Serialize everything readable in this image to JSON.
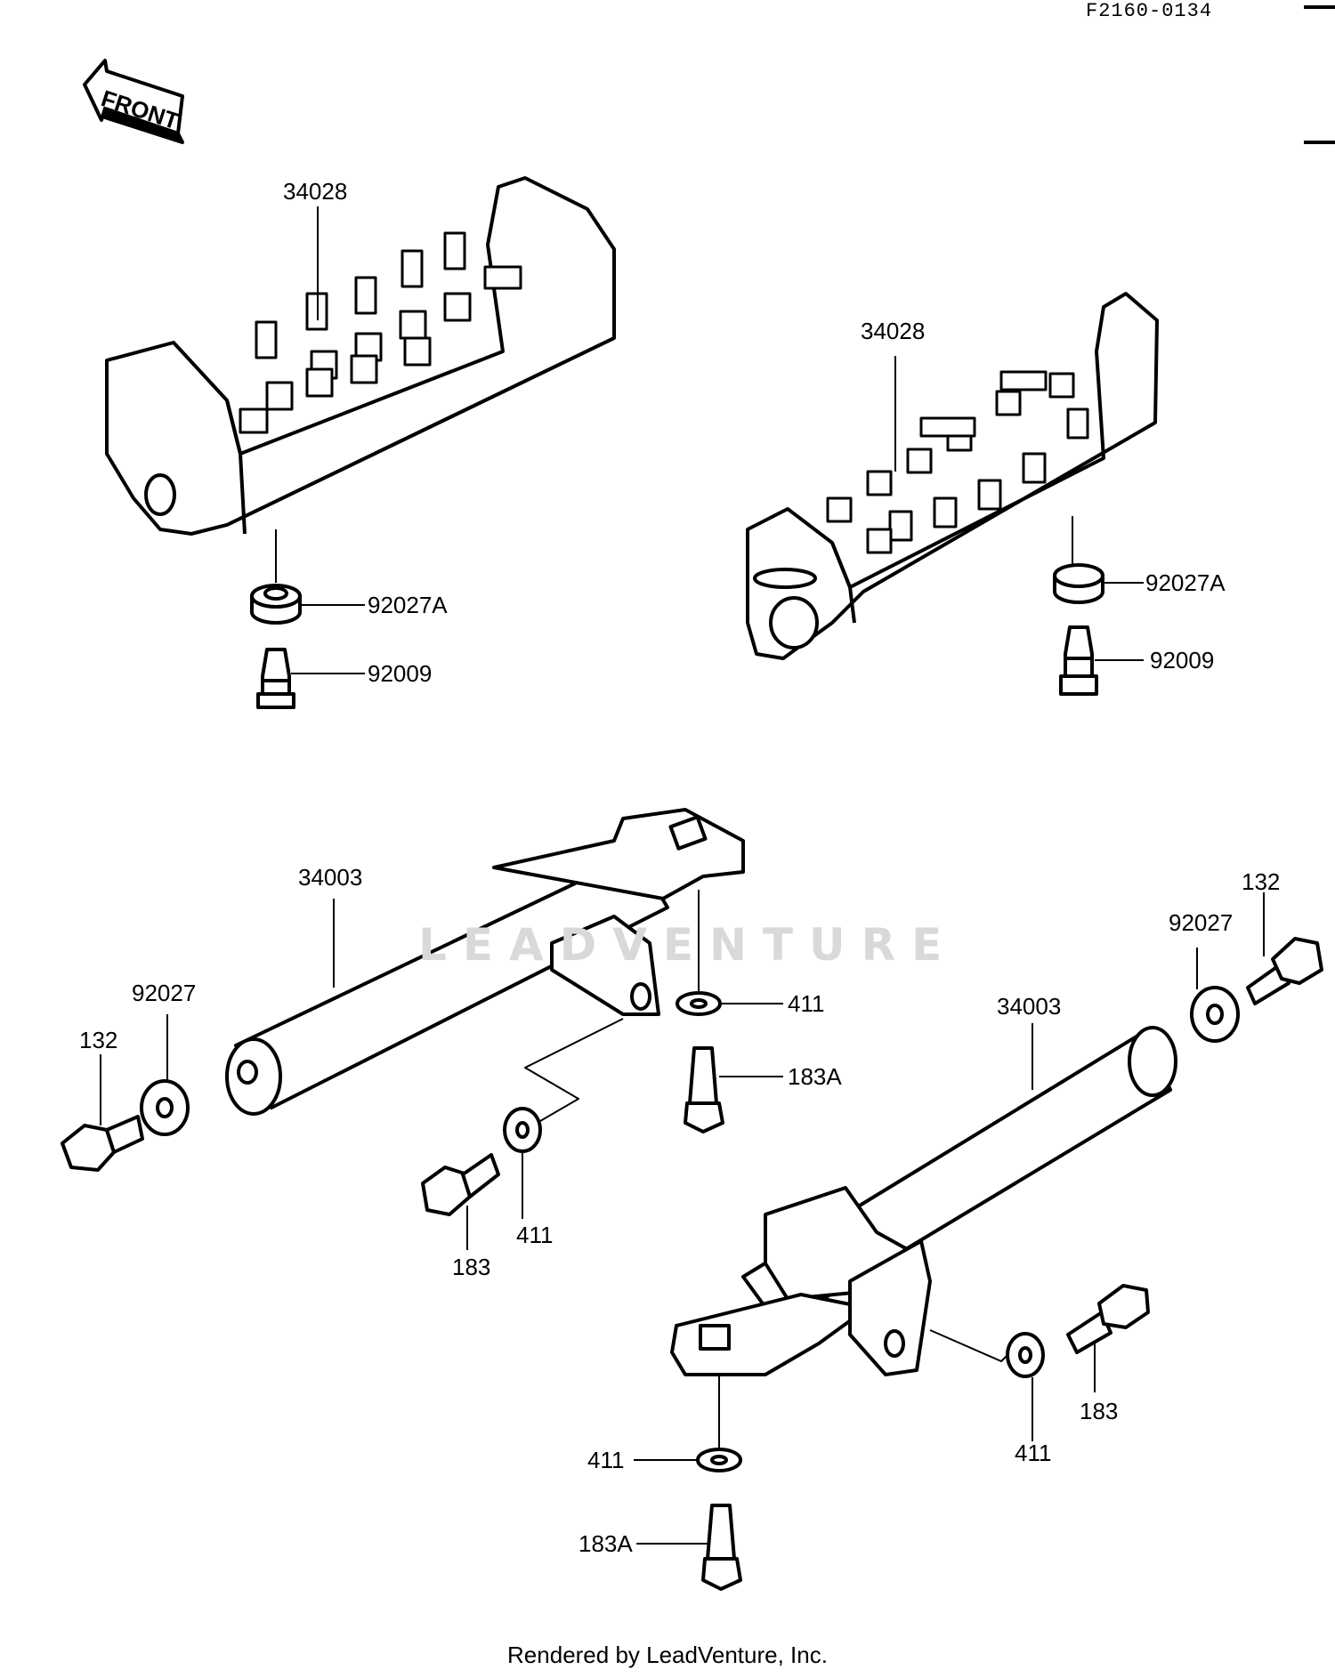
{
  "figure_code": "F2160-0134",
  "front_label": "FRONT",
  "footer": "Rendered by LeadVenture, Inc.",
  "watermark": "LEADVENTURE",
  "labels": {
    "footpeg_rubber_left": "34028",
    "footpeg_rubber_right": "34028",
    "washer_left": "92027A",
    "washer_right": "92027A",
    "screw_left": "92009",
    "screw_right": "92009",
    "footpeg_left": "34003",
    "footpeg_right": "34003",
    "bolt_132_left": "132",
    "bolt_132_right": "132",
    "washer_92027_left": "92027",
    "washer_92027_right": "92027",
    "washer_411_left_top": "411",
    "washer_411_left_bottom": "411",
    "washer_411_right_side": "411",
    "washer_411_right_bottom": "411",
    "bolt_183a_left": "183A",
    "bolt_183a_right": "183A",
    "bolt_183_left": "183",
    "bolt_183_right": "183"
  }
}
